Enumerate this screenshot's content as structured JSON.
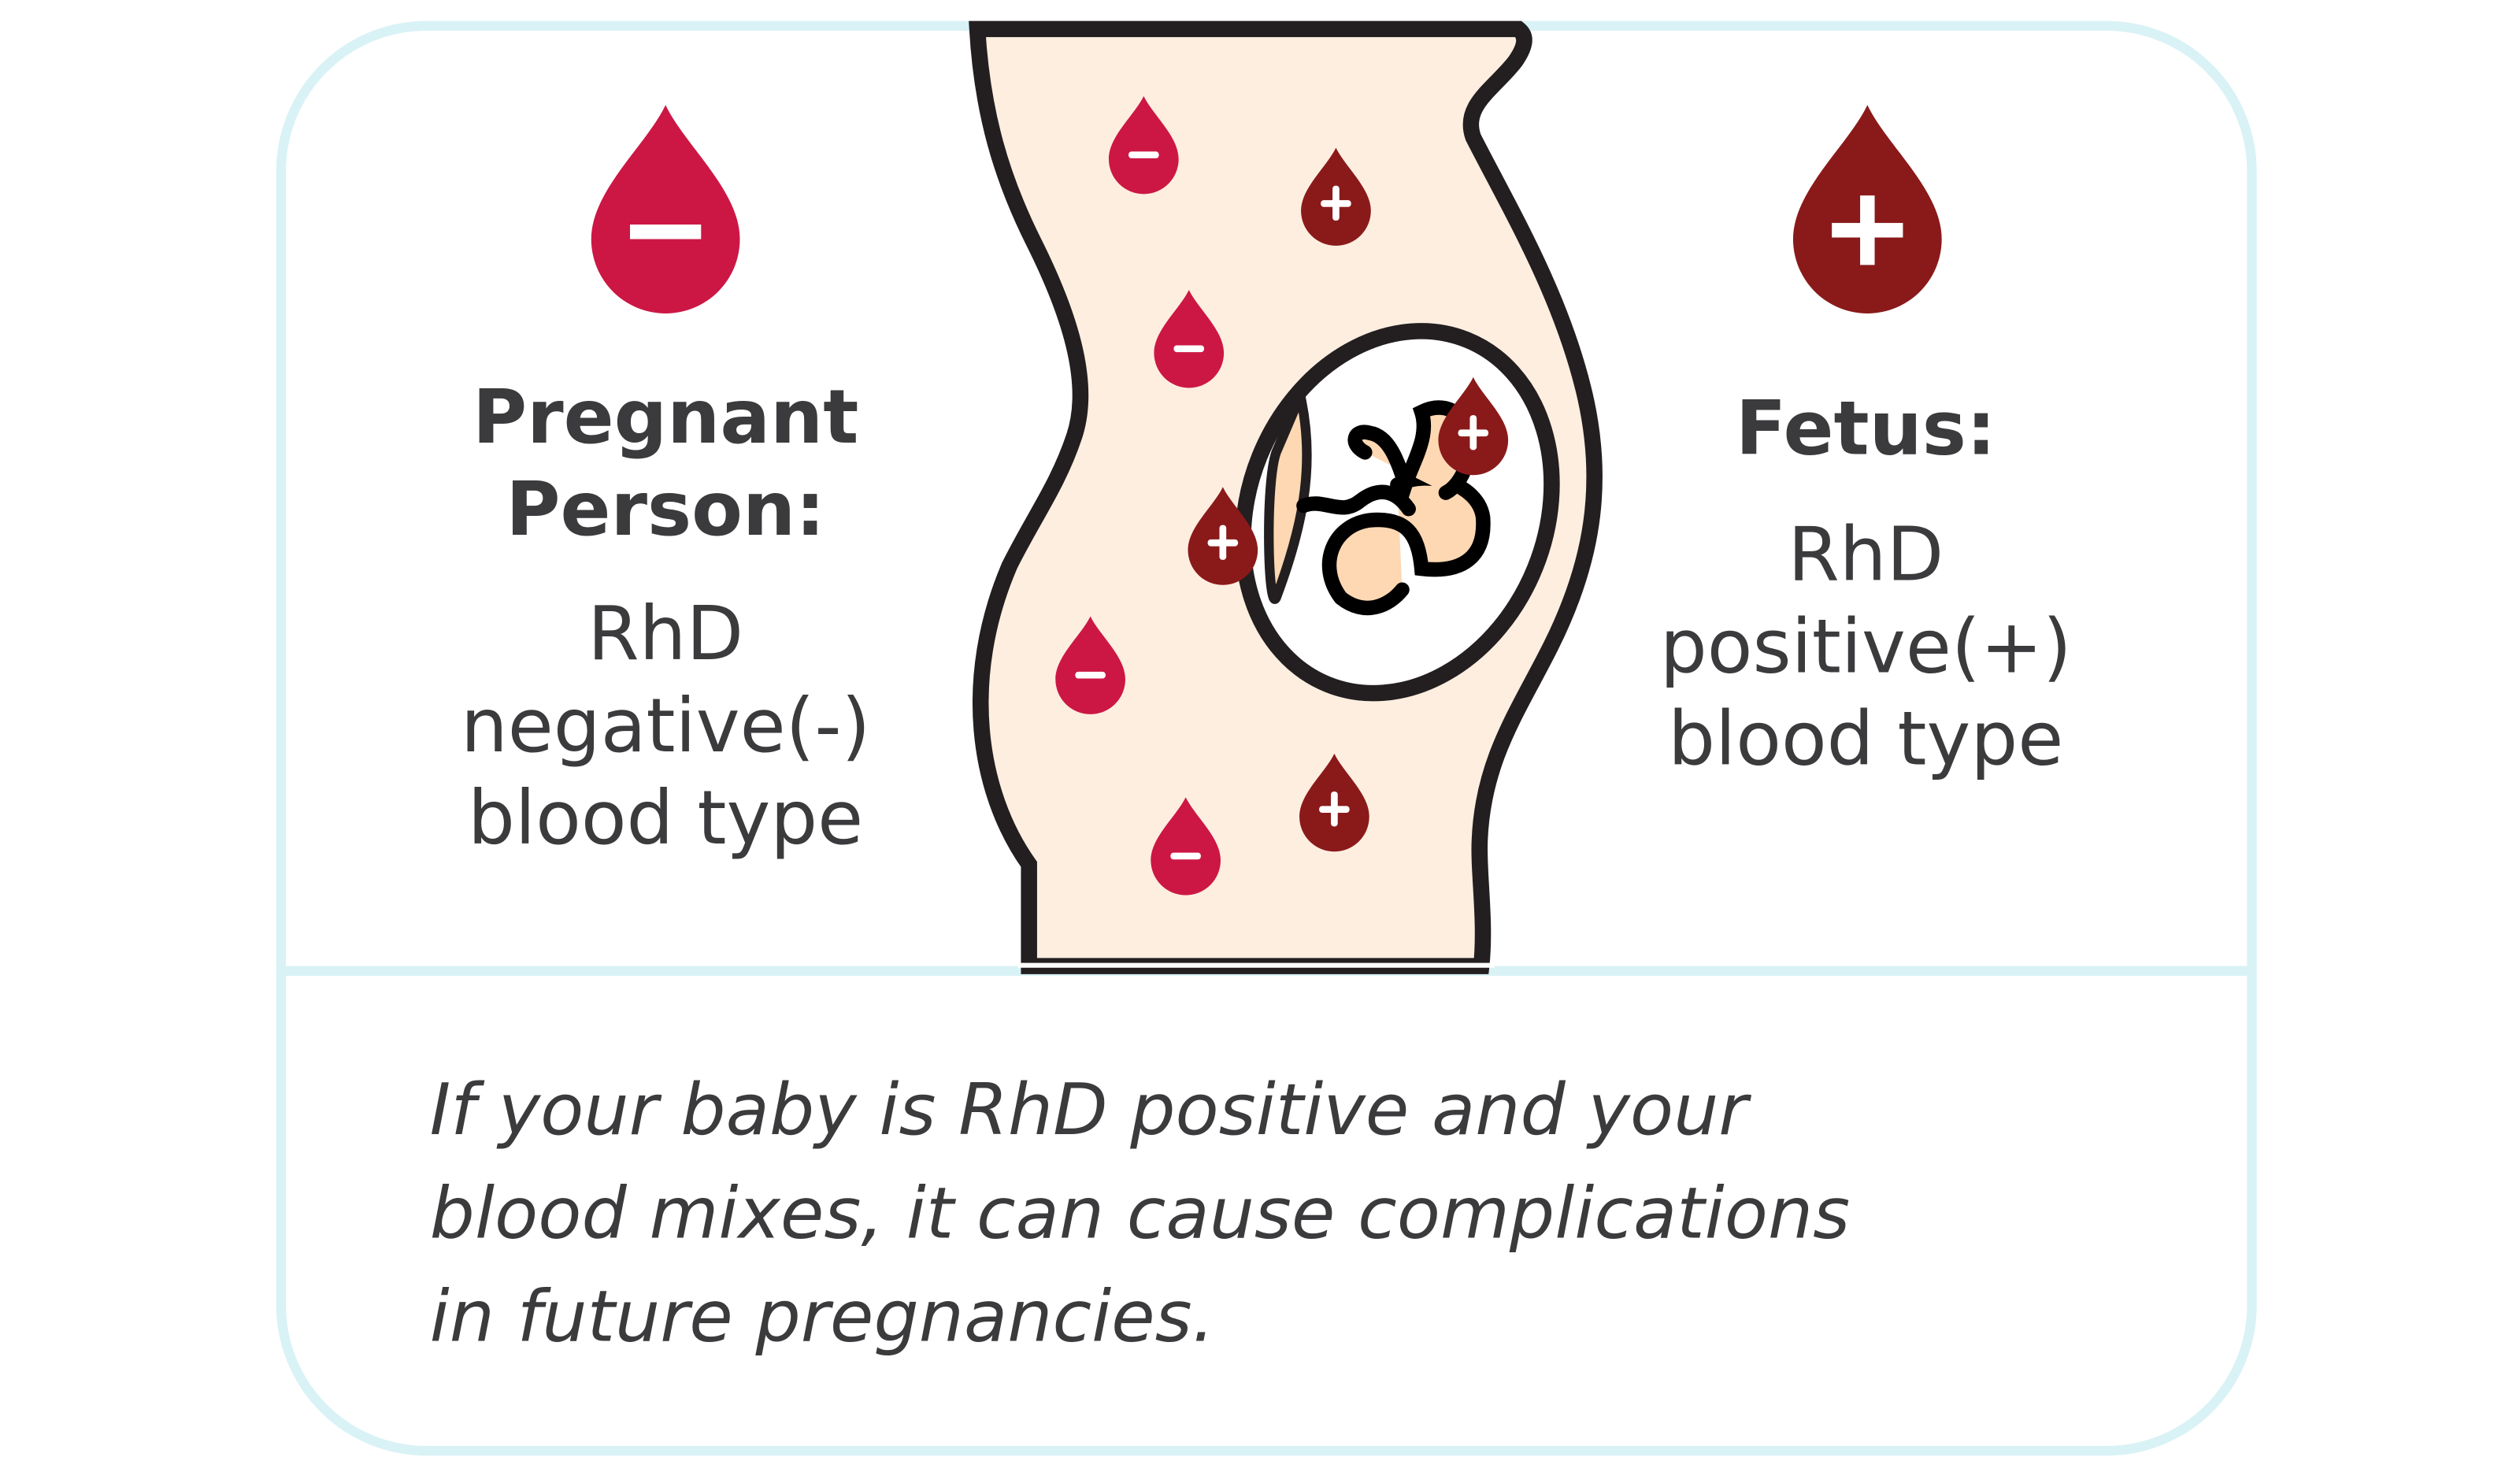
{
  "colors": {
    "negative": "#cc1745",
    "positive": "#8a1a1a",
    "border": "#d9f2f5",
    "skin": "#fdeee0",
    "fetus_skin": "#fed8b3",
    "outline": "#231f20",
    "text": "#3b3b3d"
  },
  "left": {
    "icon": "blood-drop-minus-icon",
    "title_lines": [
      "Pregnant",
      "Person:"
    ],
    "desc_lines": [
      "RhD",
      "negative(-)",
      "blood type"
    ]
  },
  "right": {
    "icon": "blood-drop-plus-icon",
    "title_lines": [
      "Fetus:"
    ],
    "desc_lines": [
      "RhD",
      "positive(+)",
      "blood type"
    ]
  },
  "caption_lines": [
    "If your baby is RhD positive and your",
    "blood mixes, it can cause complications",
    "in future pregnancies."
  ]
}
